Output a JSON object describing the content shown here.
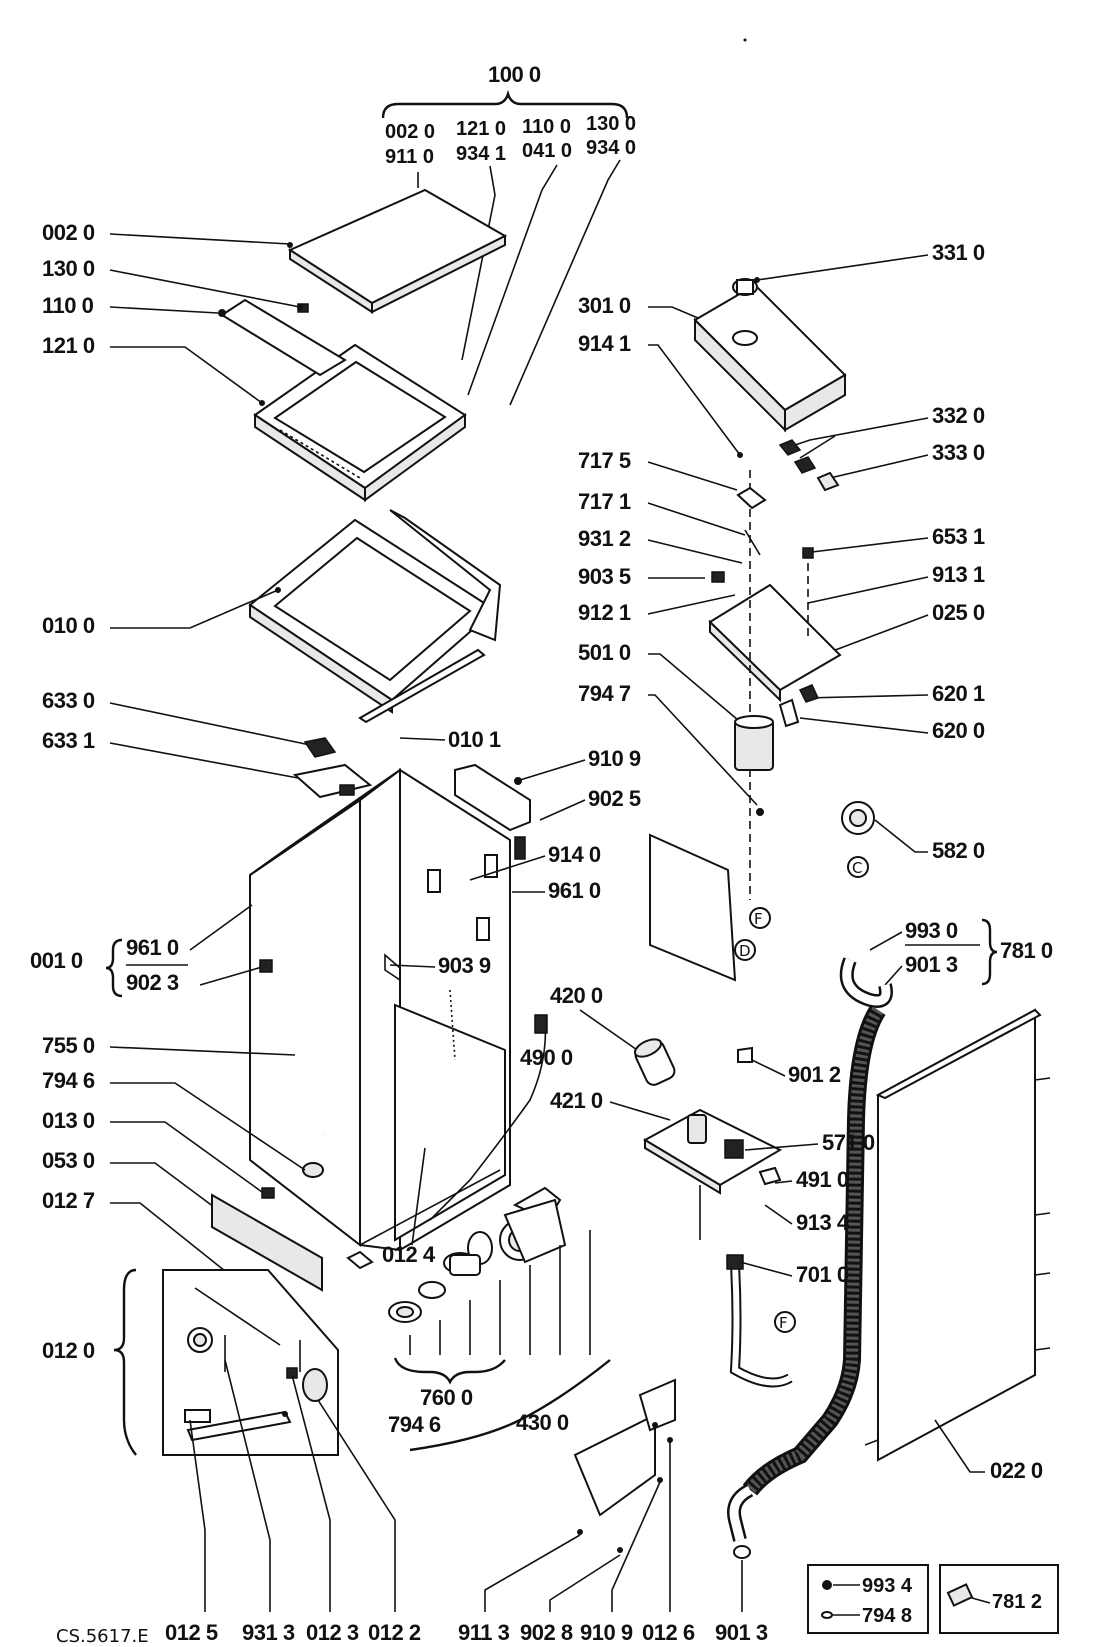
{
  "diagram": {
    "footer_code": "CS.5617.E",
    "group_labels": {
      "top_assembly": "100 0",
      "cabinet_group": "001 0",
      "kit_012": "012 0",
      "hose_group": "781 0",
      "pump_group": "430 0",
      "ring_group": "760 0",
      "ring_sub": "794 6"
    },
    "top_codes": {
      "row1": [
        "002 0",
        "121 0",
        "110 0",
        "130 0"
      ],
      "row2": [
        "911 0",
        "934 1",
        "041 0",
        "934 0"
      ]
    },
    "cabinet_subcodes": [
      "961 0",
      "902 3"
    ],
    "hose_subcodes": [
      "993 0",
      "901 3"
    ],
    "left_labels": [
      "002 0",
      "130 0",
      "110 0",
      "121 0",
      "010 0",
      "633 0",
      "633 1",
      "755 0",
      "794 6",
      "013 0",
      "053 0",
      "012 7"
    ],
    "middle_labels": [
      "010 1",
      "910 9",
      "902 5",
      "914 0",
      "961 0",
      "903 9",
      "420 0",
      "490 0",
      "421 0",
      "012 4"
    ],
    "right_labels": [
      "331 0",
      "301 0",
      "914 1",
      "332 0",
      "333 0",
      "717 5",
      "717 1",
      "931 2",
      "903 5",
      "912 1",
      "653 1",
      "913 1",
      "025 0",
      "501 0",
      "620 1",
      "620 0",
      "794 7",
      "582 0",
      "901 2",
      "571 0",
      "491 0",
      "913 4",
      "701 0",
      "022 0"
    ],
    "bottom_labels": [
      "012 5",
      "931 3",
      "012 3",
      "012 2",
      "911 3",
      "902 8",
      "910 9",
      "012 6",
      "901 3"
    ],
    "legend_boxes": [
      {
        "items": [
          "993 4",
          "794 8"
        ]
      },
      {
        "items": [
          "781 2"
        ]
      }
    ],
    "connector_markers": [
      "F",
      "D",
      "C",
      "F"
    ]
  },
  "colors": {
    "ink": "#111111",
    "paper": "#ffffff",
    "shade": "#e8e8e8"
  }
}
